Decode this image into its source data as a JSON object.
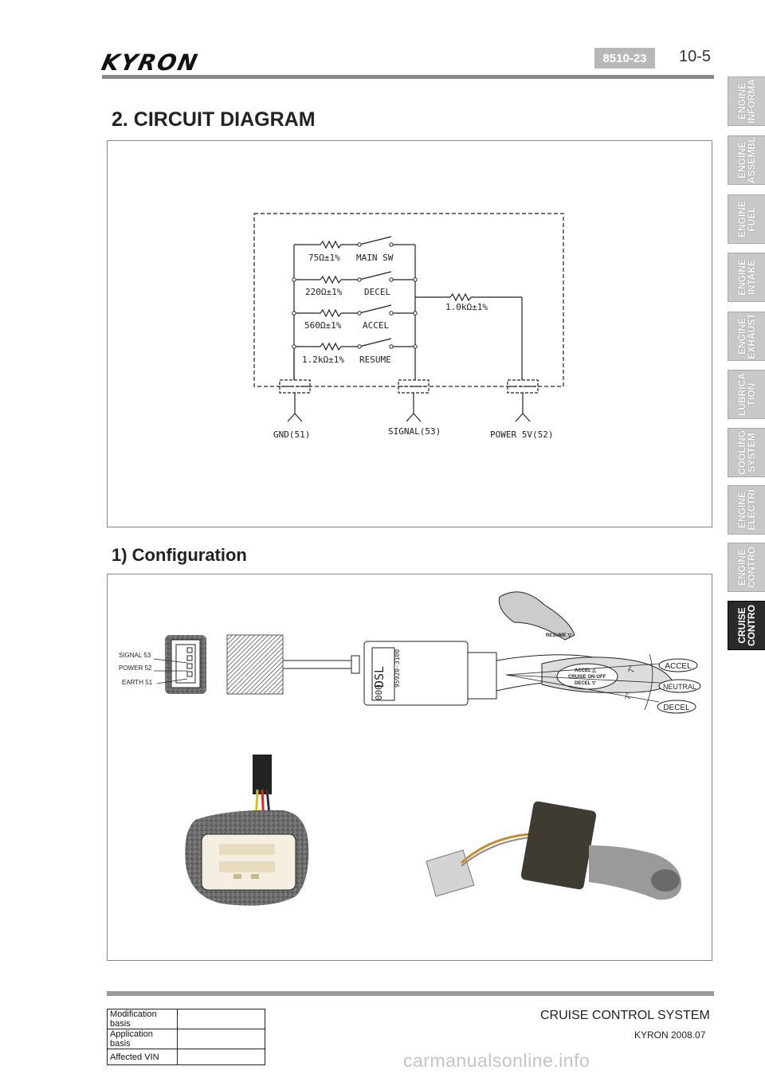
{
  "header": {
    "logo": "KYRON",
    "code": "8510-23",
    "page": "10-5"
  },
  "side_tabs": [
    {
      "label": "ENGINE\nINFORMA",
      "active": false
    },
    {
      "label": "ENGINE\nASSEMBL",
      "active": false
    },
    {
      "label": "ENGINE\nFUEL",
      "active": false
    },
    {
      "label": "ENGINE\nINTAKE",
      "active": false
    },
    {
      "label": "ENGINE\nEXHAUST",
      "active": false
    },
    {
      "label": "LUBRICA\nTION",
      "active": false
    },
    {
      "label": "COOLING\nSYSTEM",
      "active": false
    },
    {
      "label": "ENGINE\nELECTRI",
      "active": false
    },
    {
      "label": "ENGINE\nCONTRO",
      "active": false
    },
    {
      "label": "CRUISE\nCONTRO",
      "active": true
    }
  ],
  "section_title": "2. CIRCUIT DIAGRAM",
  "circuit": {
    "resistors": [
      "75Ω±1%",
      "220Ω±1%",
      "560Ω±1%",
      "1.2kΩ±1%"
    ],
    "switches": [
      "MAIN SW",
      "DECEL",
      "ACCEL",
      "RESUME"
    ],
    "pullup": "1.0kΩ±1%",
    "terminals": [
      "GND(51)",
      "SIGNAL(53)",
      "POWER 5V(52)"
    ]
  },
  "subsection_title": "1) Configuration",
  "configuration": {
    "pin_labels": [
      "SIGNAL 53",
      "POWER 52",
      "EARTH 51"
    ],
    "body_text": [
      "DSL",
      "000",
      "95920-3100"
    ],
    "lever_text": [
      "RESUME ▽",
      "ACCEL △",
      "CRUISE ON-OFF",
      "DECEL ▽"
    ],
    "angle_labels": [
      "7°",
      "7°"
    ],
    "positions": [
      "ACCEL",
      "NEUTRAL",
      "DECEL"
    ]
  },
  "footer": {
    "title": "CRUISE CONTROL SYSTEM",
    "subtitle": "KYRON 2008.07",
    "table": [
      {
        "label": "Modification basis",
        "value": ""
      },
      {
        "label": "Application basis",
        "value": ""
      },
      {
        "label": "Affected VIN",
        "value": ""
      }
    ],
    "watermark": "carmanualsonline.info"
  }
}
